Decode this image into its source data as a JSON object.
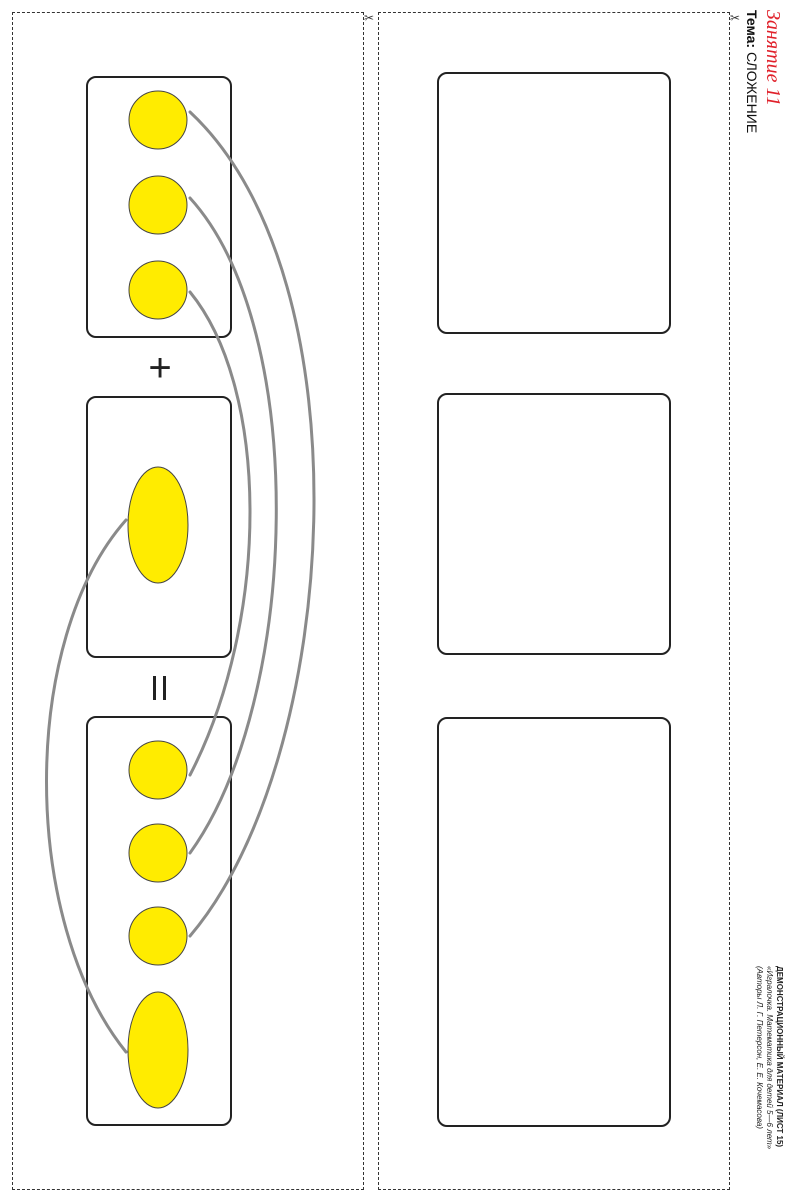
{
  "header": {
    "lesson_title": "Занятие 11",
    "topic_label": "Тема:",
    "topic_value": "СЛОЖЕНИЕ"
  },
  "equation": {
    "plus": "+",
    "equals": "="
  },
  "credit": {
    "line1": "ДЕМОНСТРАЦИОННЫЙ МАТЕРИАЛ (ЛИСТ 15)",
    "line2": "«Игралочка. Математика для детей 5—6 лет»",
    "line3": "(Авторы Л. Г. Петерсон, Е. Е. Кочемасова)"
  },
  "colors": {
    "shape_fill": "#ffec00",
    "connector": "#8a8a8a",
    "title_red": "#e0202a"
  },
  "icons": [
    "scissors-icon"
  ]
}
